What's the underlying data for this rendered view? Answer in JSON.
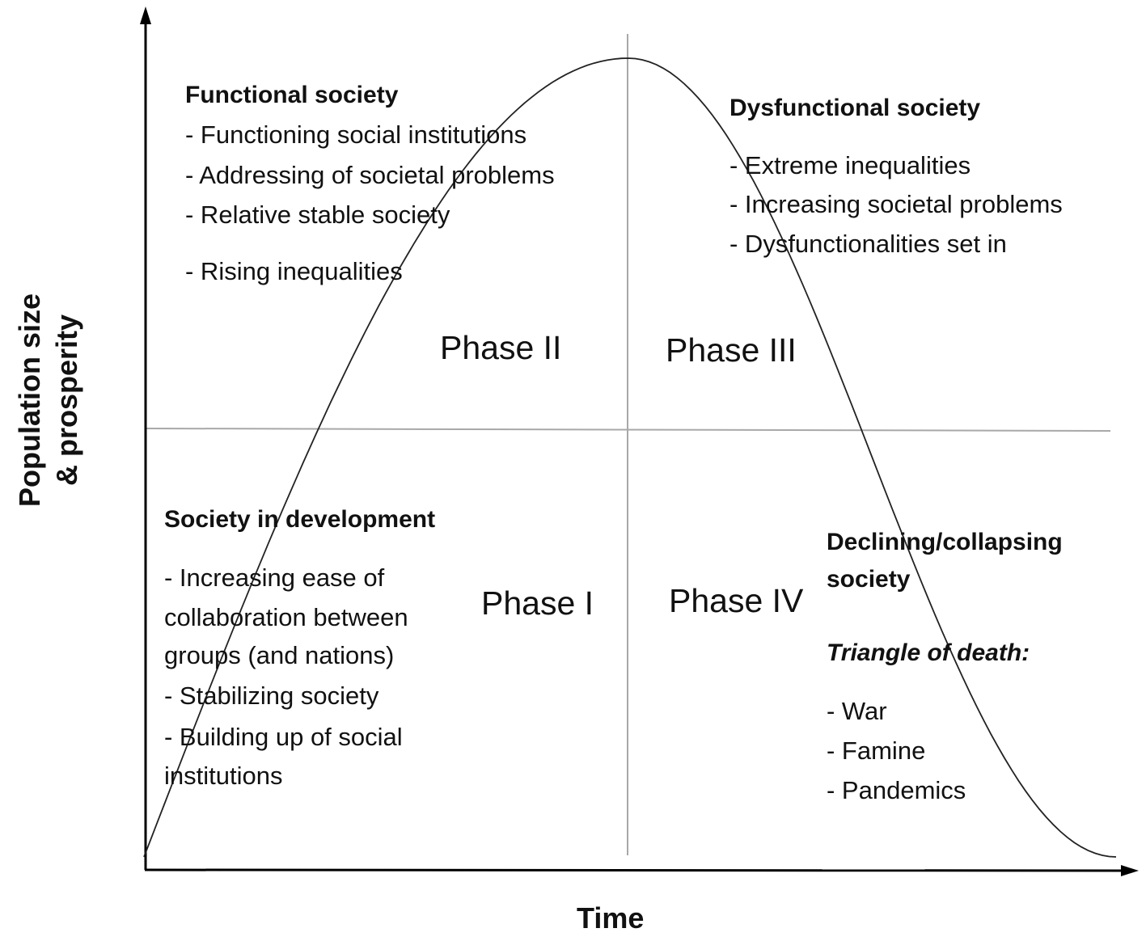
{
  "diagram": {
    "x_axis_label": "Time",
    "y_axis_label": [
      "Population size",
      "& prosperity"
    ],
    "phases": [
      "Phase I",
      "Phase II",
      "Phase III",
      "Phase IV"
    ],
    "functional": {
      "heading": "Functional society",
      "items": [
        "- Functioning social institutions",
        "- Addressing of societal problems",
        "- Relative stable society",
        "- Rising inequalities"
      ]
    },
    "dysfunctional": {
      "heading": "Dysfunctional society",
      "items": [
        "- Extreme inequalities",
        "- Increasing societal problems",
        "- Dysfunctionalities set in"
      ]
    },
    "development": {
      "heading": "Society in development",
      "lines": [
        "- Increasing ease of",
        "collaboration between",
        "groups (and nations)",
        "- Stabilizing society",
        "- Building up of social",
        "institutions"
      ]
    },
    "declining": {
      "heading_lines": [
        "Declining/collapsing",
        "society"
      ],
      "subheading": "Triangle of death:",
      "items": [
        "- War",
        "- Famine",
        "- Pandemics"
      ]
    }
  }
}
